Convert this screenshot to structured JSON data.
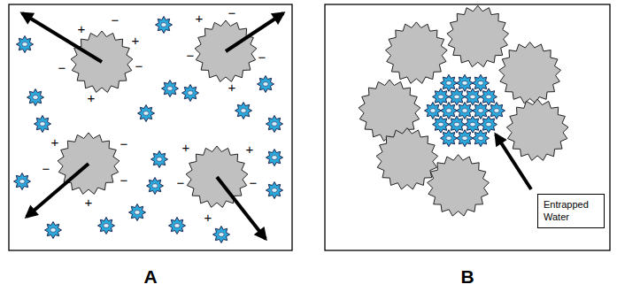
{
  "diagram": {
    "nodes": [
      {
        "text": [
          "Entrapped Water"
        ]
      }
    ],
    "labels": [
      "+",
      "−",
      "+",
      "−",
      "−",
      "+",
      "+",
      "−",
      "−",
      "−",
      "+",
      "+",
      "−",
      "−",
      "−",
      "+",
      "+",
      "+",
      "−",
      "−",
      "+",
      "A",
      "B"
    ]
  }
}
